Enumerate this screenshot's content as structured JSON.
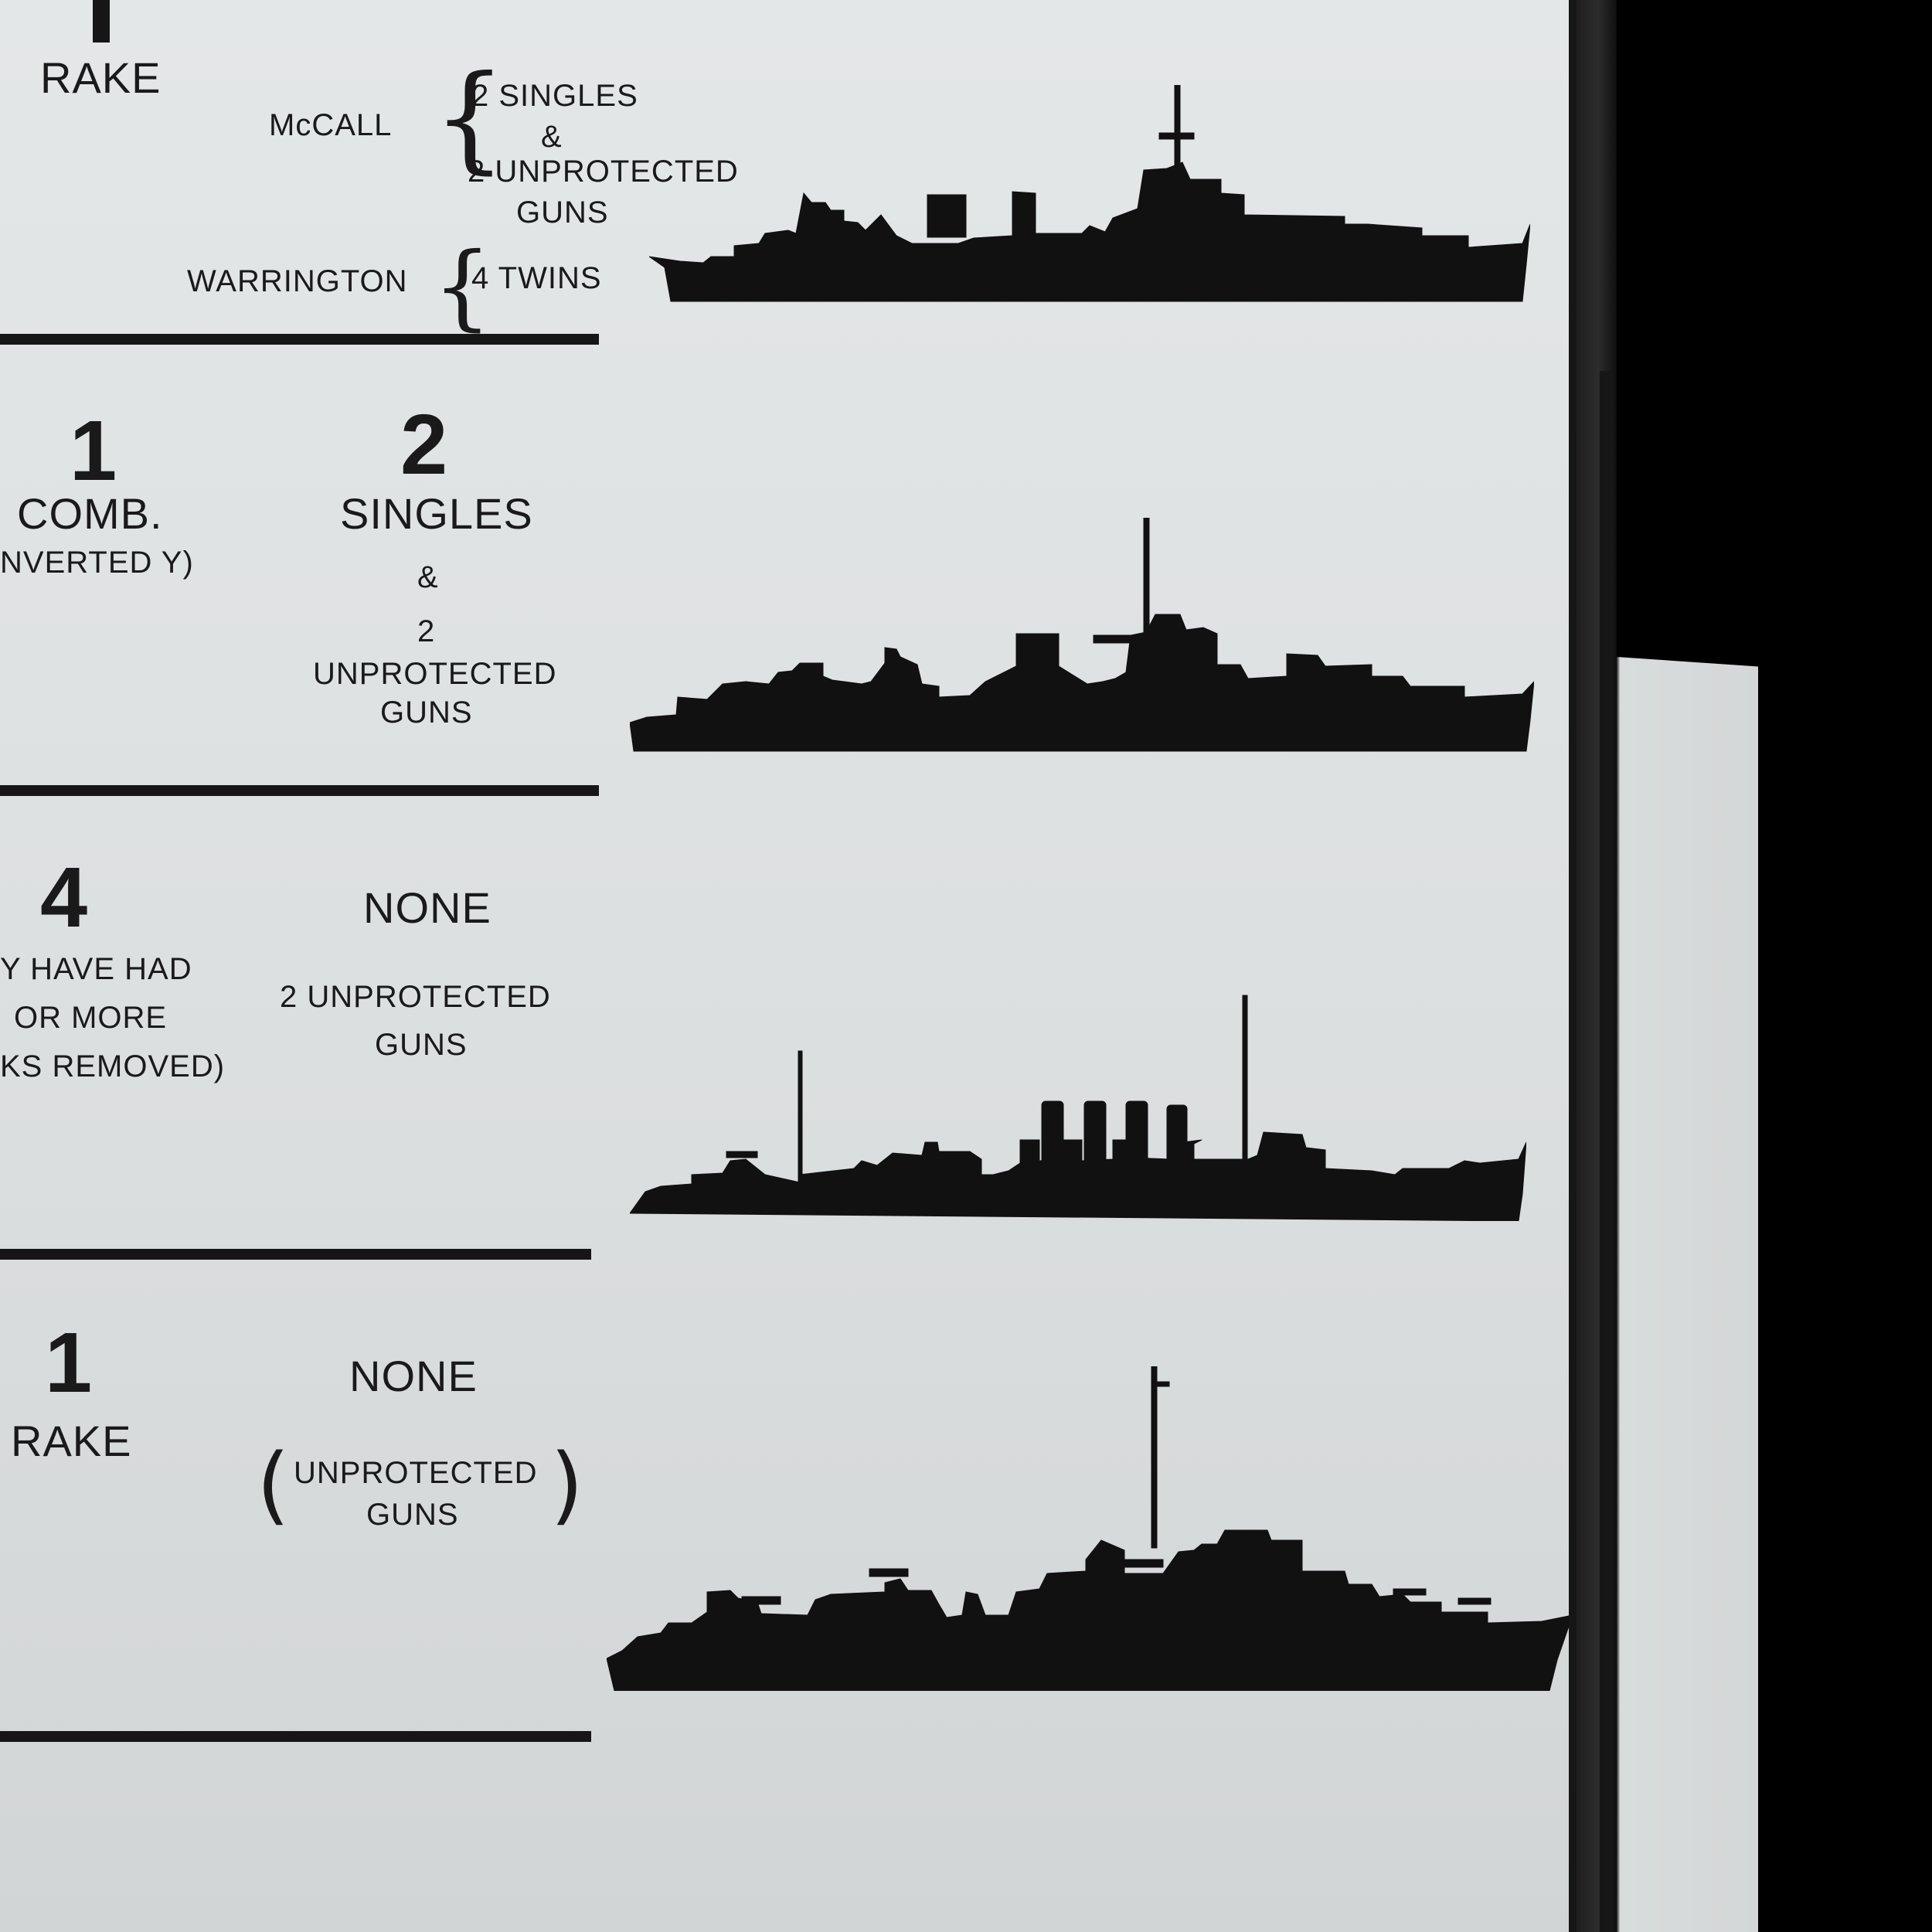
{
  "rows": [
    {
      "left_label": "RAKE",
      "variants": [
        {
          "name": "McCALL",
          "lines": [
            "2  SINGLES",
            "&",
            "2  UNPROTECTED",
            "GUNS"
          ]
        },
        {
          "name": "WARRINGTON",
          "lines": [
            "4  TWINS"
          ]
        }
      ],
      "silhouette": "destroyer-silhouette-icon"
    },
    {
      "count": "1",
      "stack_label": "COMB.",
      "stack_note": "NVERTED  Y)",
      "gun_count": "2",
      "gun_type": "SINGLES",
      "amp": "&",
      "gun_count_2": "2",
      "gun_type_2": "UNPROTECTED",
      "gun_type_2b": "GUNS",
      "silhouette": "destroyer-silhouette-icon"
    },
    {
      "count": "4",
      "stack_note_lines": [
        "Y  HAVE  HAD",
        "OR  MORE",
        "KS  REMOVED)"
      ],
      "gun_type": "NONE",
      "gun_note_lines": [
        "2  UNPROTECTED",
        "GUNS"
      ],
      "silhouette": "four-stack-destroyer-silhouette-icon"
    },
    {
      "count": "1",
      "stack_label": "RAKE",
      "gun_type": "NONE",
      "gun_note_lines": [
        "UNPROTECTED",
        "GUNS"
      ],
      "silhouette": "destroyer-escort-silhouette-icon"
    }
  ]
}
